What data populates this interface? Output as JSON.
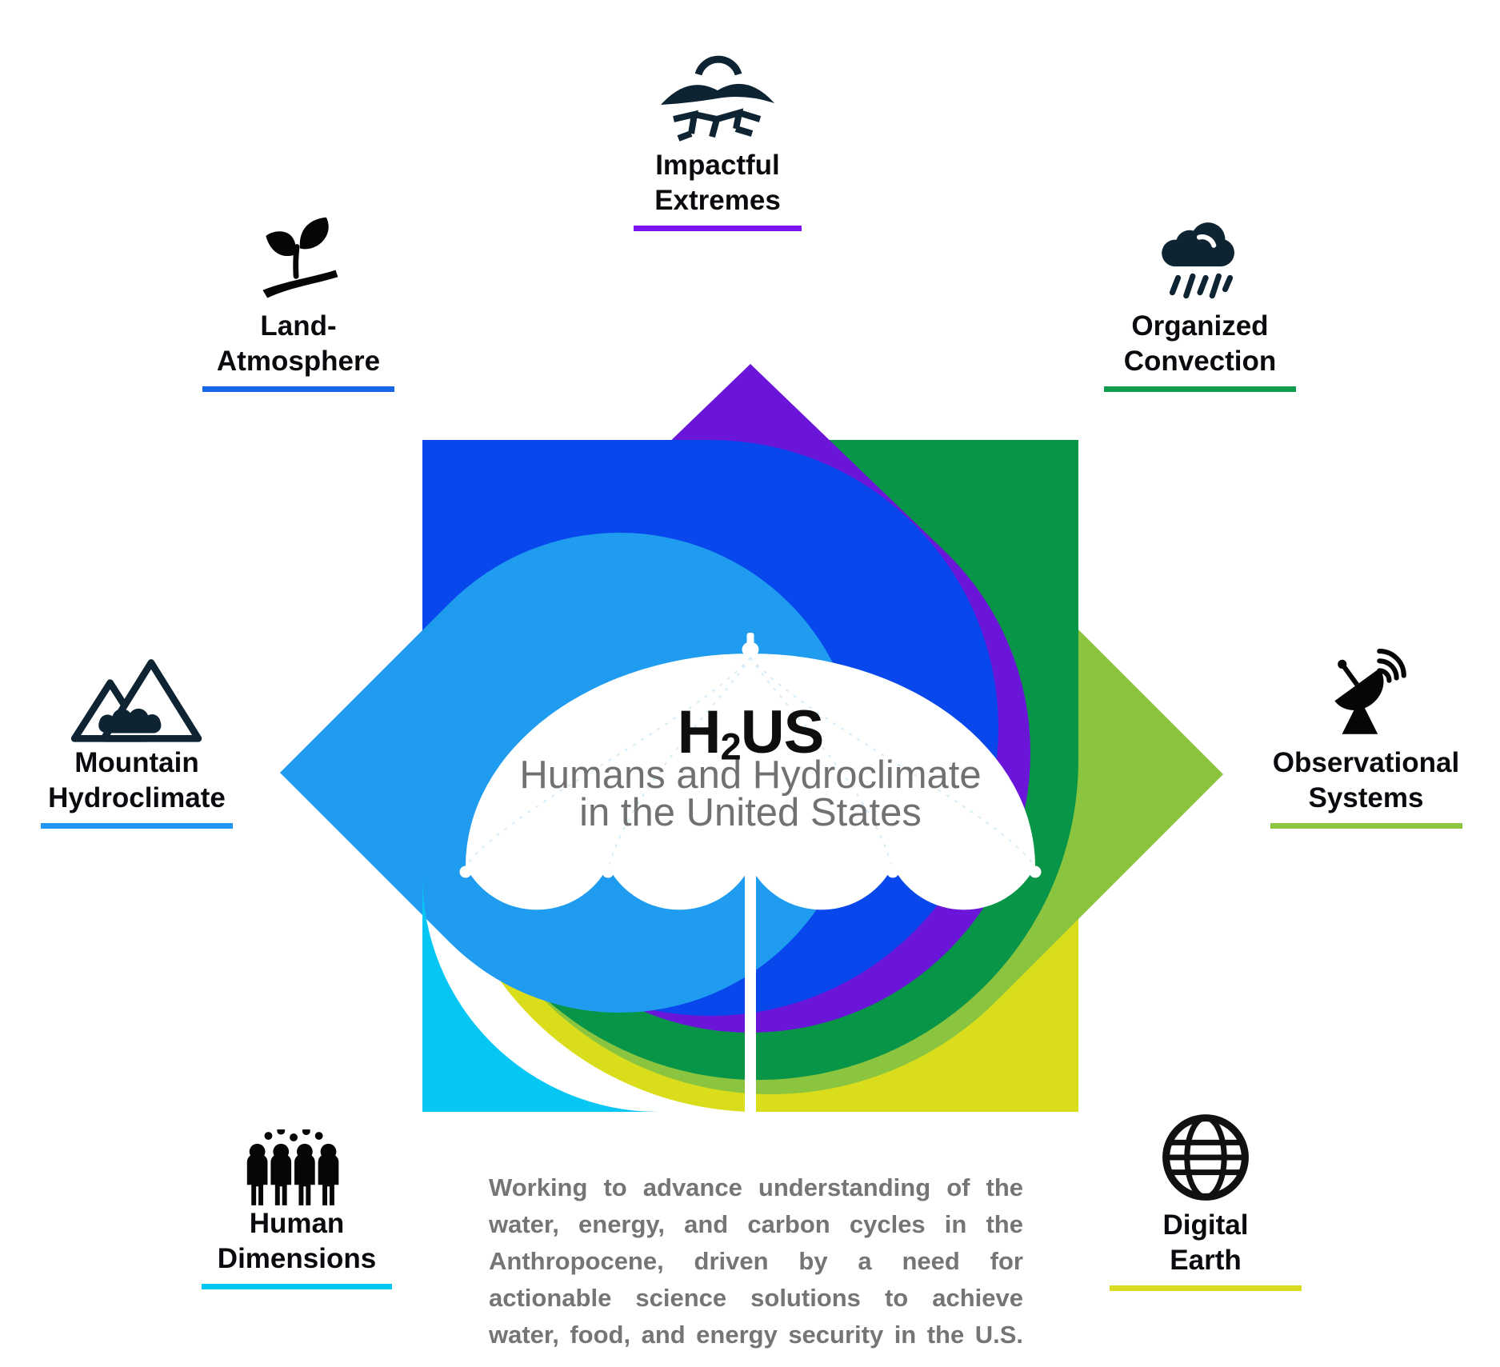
{
  "center": {
    "title_h": "H",
    "title_sub": "2",
    "title_us": "US",
    "subtitle_line1": "Humans and Hydroclimate",
    "subtitle_line2": "in the United States",
    "umbrella_color": "#ffffff",
    "title_color": "#0e0e0e",
    "subtitle_color": "#717171"
  },
  "description": "Working to advance understanding of the water, energy, and carbon cycles in the Anthropocene, driven by a need for actionable science solutions to achieve water, food, and energy security in the U.S.",
  "description_color": "#757575",
  "petals": {
    "digital_earth": "#DADD1C",
    "observational_systems": "#8BC53F",
    "organized_convection": "#089547",
    "impactful_extremes": "#6B15D9",
    "land_atmosphere": "#0747EC",
    "mountain_hydroclimate": "#1F9CEF",
    "human_dimensions": "#06C7F3"
  },
  "topics": [
    {
      "id": "impactful-extremes",
      "line1": "Impactful",
      "line2": "Extremes",
      "underline_color": "#7D13F2",
      "icon": "drought-icon",
      "icon_color": "#0e2433"
    },
    {
      "id": "organized-convection",
      "line1": "Organized",
      "line2": "Convection",
      "underline_color": "#0F9D4D",
      "icon": "rain-cloud-icon",
      "icon_color": "#0e2433"
    },
    {
      "id": "observational-systems",
      "line1": "Observational",
      "line2": "Systems",
      "underline_color": "#8CC540",
      "icon": "satellite-dish-icon",
      "icon_color": "#060606"
    },
    {
      "id": "digital-earth",
      "line1": "Digital",
      "line2": "Earth",
      "underline_color": "#D8DC20",
      "icon": "globe-icon",
      "icon_color": "#111111"
    },
    {
      "id": "human-dimensions",
      "line1": "Human",
      "line2": "Dimensions",
      "underline_color": "#00C6F2",
      "icon": "people-icon",
      "icon_color": "#060606"
    },
    {
      "id": "mountain-hydroclimate",
      "line1": "Mountain",
      "line2": "Hydroclimate",
      "underline_color": "#2196F3",
      "icon": "mountain-icon",
      "icon_color": "#0e2433"
    },
    {
      "id": "land-atmosphere",
      "line1": "Land-",
      "line2": "Atmosphere",
      "underline_color": "#1866E8",
      "icon": "sprout-icon",
      "icon_color": "#060606"
    }
  ]
}
